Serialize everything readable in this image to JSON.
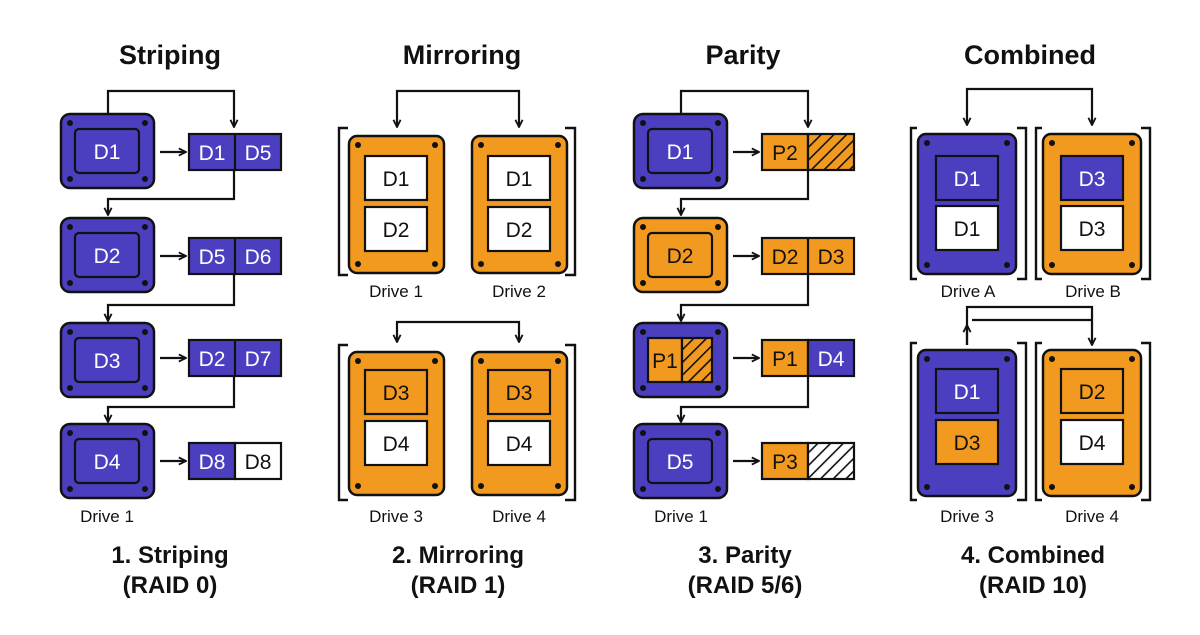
{
  "colors": {
    "blue": "#4B3FC0",
    "orange": "#F29A1F",
    "ink": "#111111",
    "white": "#FFFFFF"
  },
  "panels": {
    "striping": {
      "title": "Striping",
      "drives": [
        "D1",
        "D2",
        "D3",
        "D4"
      ],
      "stripes": [
        [
          "D1",
          "D5"
        ],
        [
          "D5",
          "D6"
        ],
        [
          "D2",
          "D7"
        ],
        [
          "D8",
          "D8"
        ]
      ],
      "drive_label": "Drive 1",
      "caption_line1": "1. Striping",
      "caption_line2": "(RAID 0)"
    },
    "mirroring": {
      "title": "Mirroring",
      "top_drives": [
        {
          "blocks": [
            "D1",
            "D2"
          ],
          "label": "Drive 1"
        },
        {
          "blocks": [
            "D1",
            "D2"
          ],
          "label": "Drive 2"
        }
      ],
      "bottom_drives": [
        {
          "blocks": [
            "D3",
            "D4"
          ],
          "label": "Drive 3"
        },
        {
          "blocks": [
            "D3",
            "D4"
          ],
          "label": "Drive 4"
        }
      ],
      "caption_line1": "2. Mirroring",
      "caption_line2": "(RAID 1)"
    },
    "parity": {
      "title": "Parity",
      "drives": [
        "D1",
        "D2",
        "P1",
        "D5"
      ],
      "stripes": [
        [
          "P2",
          ""
        ],
        [
          "D2",
          "D3"
        ],
        [
          "P1",
          "D4"
        ],
        [
          "P3",
          ""
        ]
      ],
      "drive_label": "Drive 1",
      "caption_line1": "3. Parity",
      "caption_line2": "(RAID 5/6)"
    },
    "combined": {
      "title": "Combined",
      "top_drives": [
        {
          "blocks": [
            "D1",
            "D1"
          ],
          "label": "Drive A"
        },
        {
          "blocks": [
            "D3",
            "D3"
          ],
          "label": "Drive B"
        }
      ],
      "bottom_drives": [
        {
          "blocks": [
            "D1",
            "D3"
          ],
          "label": "Drive 3"
        },
        {
          "blocks": [
            "D2",
            "D4"
          ],
          "label": "Drive 4"
        }
      ],
      "caption_line1": "4. Combined",
      "caption_line2": "(RAID 10)"
    }
  }
}
